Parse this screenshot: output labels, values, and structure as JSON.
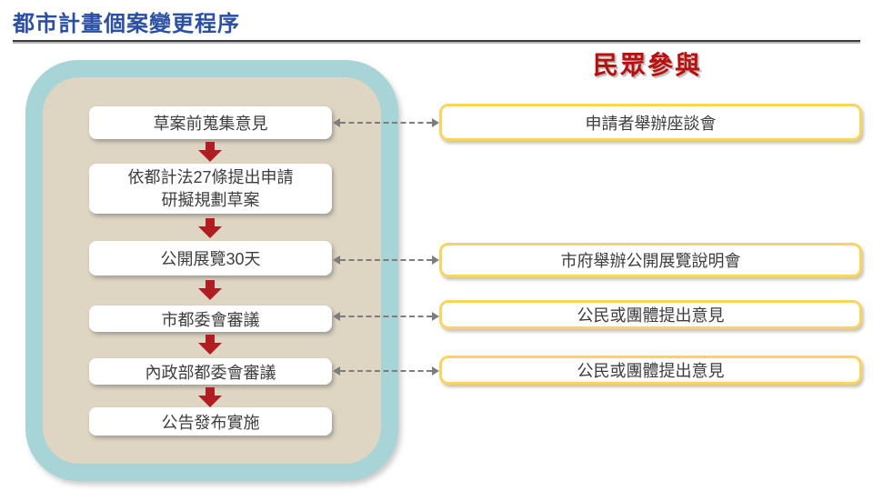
{
  "header": {
    "title": "都市計畫個案變更程序"
  },
  "participation": {
    "heading": "民眾參與",
    "items": [
      {
        "label": "申請者舉辦座談會"
      },
      {
        "label": "市府舉辦公開展覽說明會"
      },
      {
        "label": "公民或團體提出意見"
      },
      {
        "label": "公民或團體提出意見"
      }
    ]
  },
  "flow": {
    "steps": [
      {
        "label": "草案前蒐集意見"
      },
      {
        "line1": "依都計法27條提出申請",
        "line2": "研擬規劃草案"
      },
      {
        "label": "公開展覽30天"
      },
      {
        "label": "市都委會審議"
      },
      {
        "label": "內政部都委會審議"
      },
      {
        "label": "公告發布實施"
      }
    ]
  },
  "colors": {
    "title_blue": "#2b4fa2",
    "heading_red": "#b90f0f",
    "panel_teal": "#a6d4d7",
    "panel_beige": "#ded5c2",
    "arrow_red": "#b01d22",
    "box_border_yellow": "#fbd35f",
    "connector_gray": "#7d7d7d"
  }
}
